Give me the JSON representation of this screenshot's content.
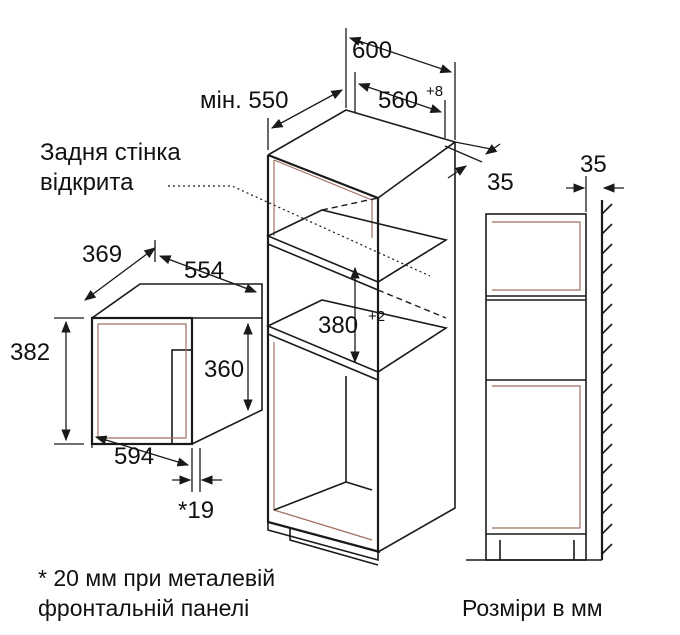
{
  "labels": {
    "dim_600": "600",
    "dim_min550": "мін. 550",
    "dim_560": "560",
    "dim_560_sup": "+8",
    "dim_35_right": "35",
    "dim_35_wall": "35",
    "dim_380": "380",
    "dim_380_sup": "+2",
    "dim_369": "369",
    "dim_554": "554",
    "dim_382": "382",
    "dim_360": "360",
    "dim_594": "594",
    "dim_19": "*19",
    "back_wall_line1": "Задня стінка",
    "back_wall_line2": "відкрита",
    "footnote_line1": "* 20 мм при металевій",
    "footnote_line2": "фронтальній панелі",
    "units": "Розміри в мм"
  },
  "colors": {
    "line": "#1a1a1a",
    "inner_line": "#a07060",
    "background": "#ffffff"
  }
}
